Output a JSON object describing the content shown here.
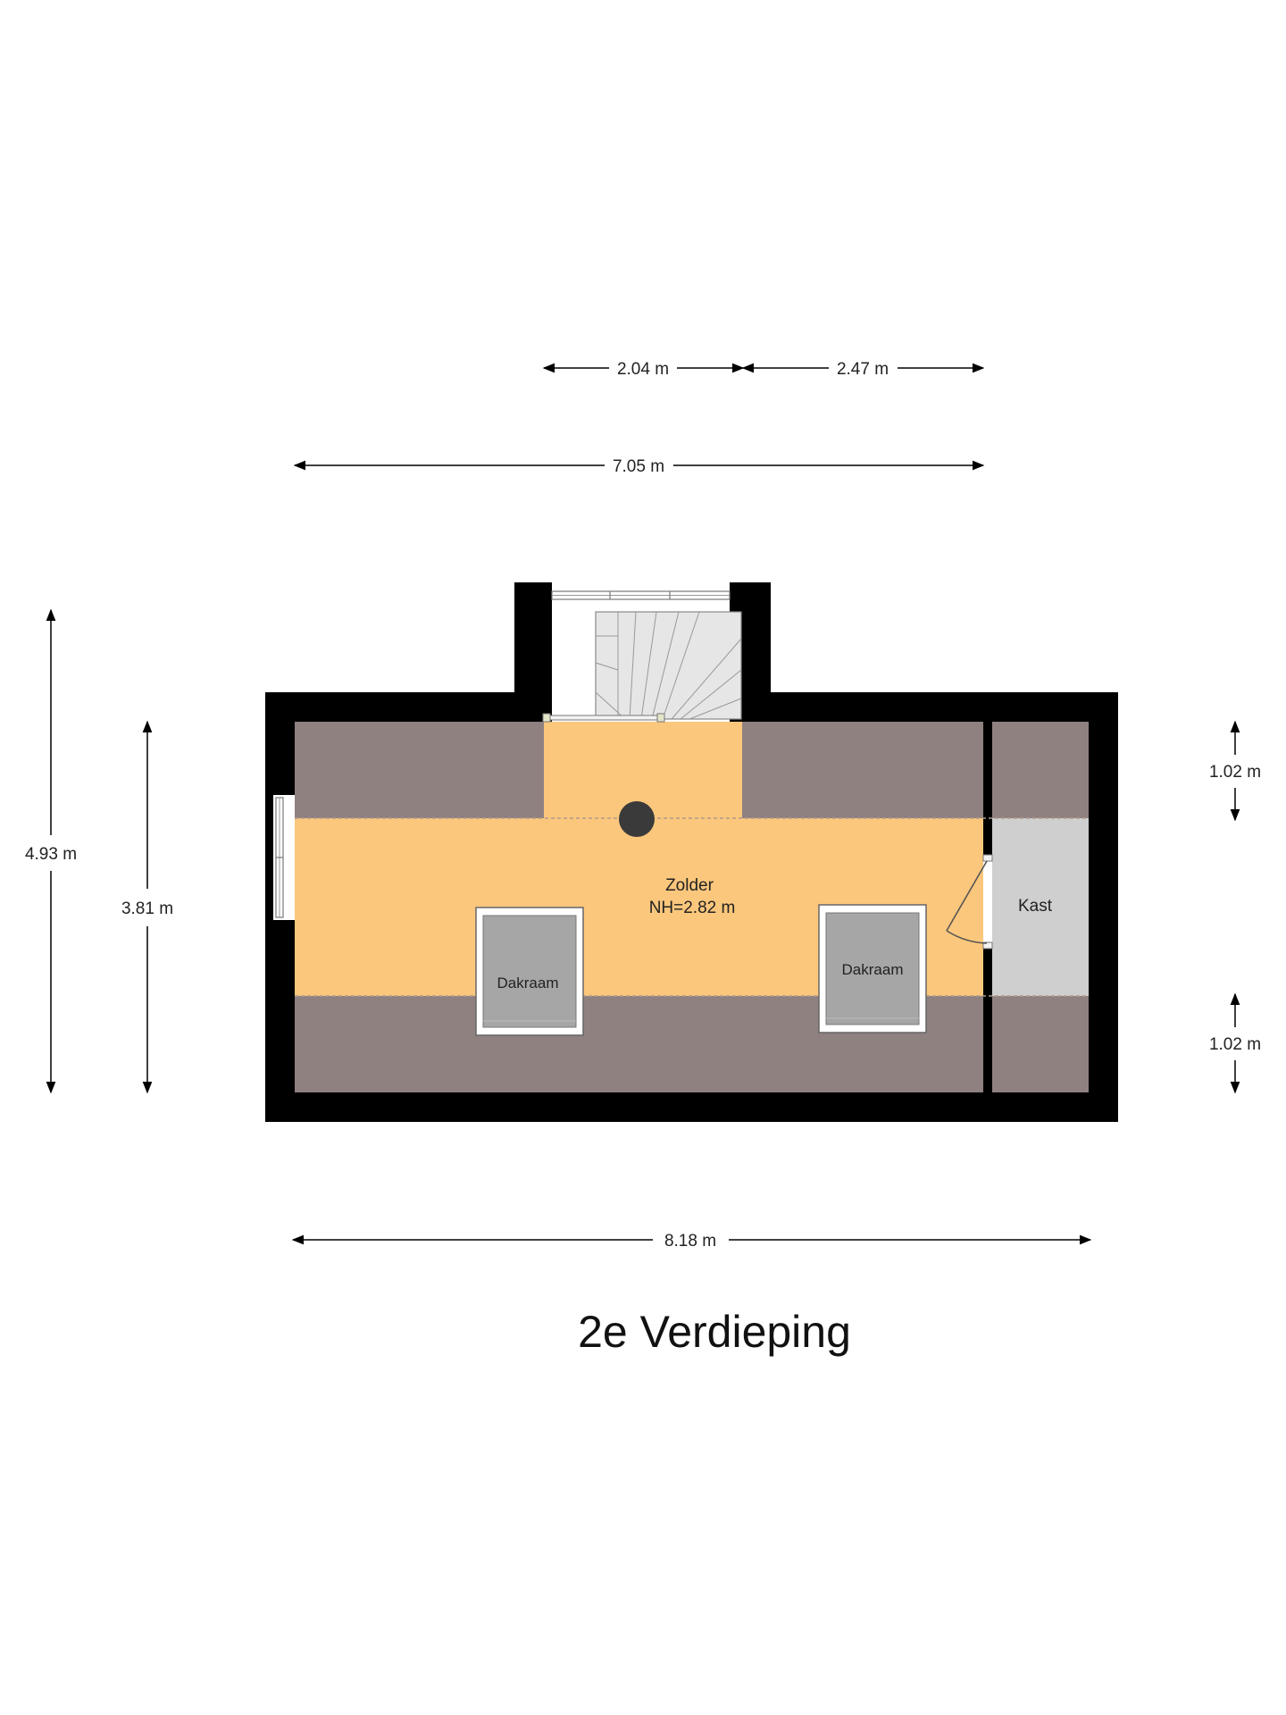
{
  "floor": {
    "title": "2e Verdieping"
  },
  "rooms": {
    "zolder": {
      "name": "Zolder",
      "height": "NH=2.82 m"
    },
    "kast": {
      "name": "Kast"
    },
    "dakraam_left": {
      "name": "Dakraam"
    },
    "dakraam_right": {
      "name": "Dakraam"
    }
  },
  "dimensions": {
    "top_left_segment": "2.04 m",
    "top_right_segment": "2.47 m",
    "top_total": "7.05 m",
    "left_outer": "4.93 m",
    "left_inner": "3.81 m",
    "right_top": "1.02 m",
    "right_bottom": "1.02 m",
    "bottom_total": "8.18 m"
  },
  "colors": {
    "wall": "#000000",
    "floor": "#fbc77c",
    "low_ceiling": "#8f8180",
    "closet": "#cfcfcf",
    "skylight": "#a6a6a6",
    "stairs": "#e6e6e6"
  }
}
